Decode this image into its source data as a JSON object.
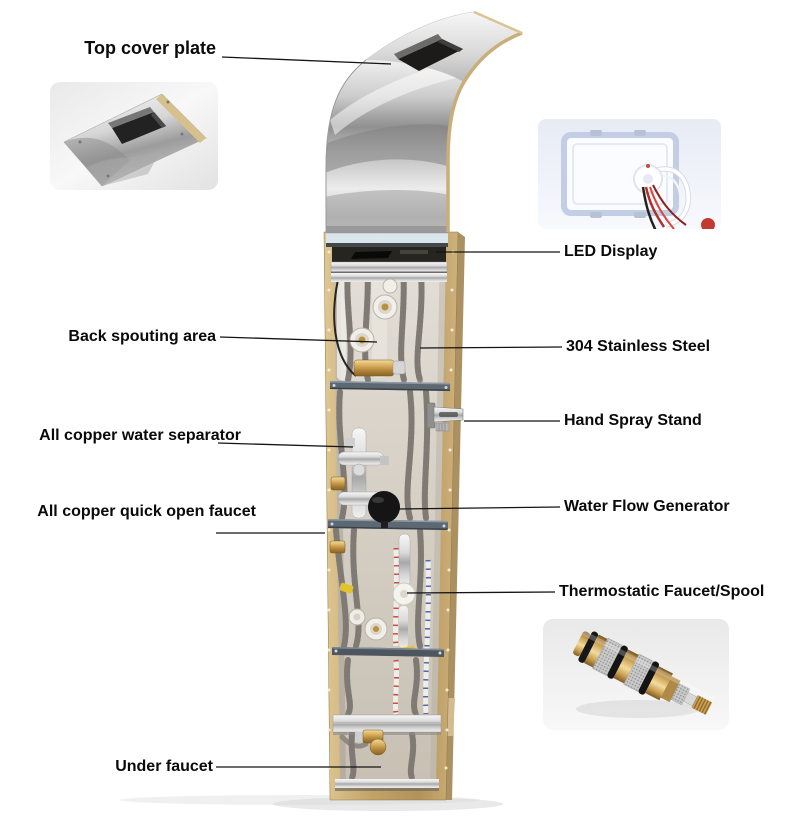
{
  "page": {
    "background": "#ffffff",
    "kind": "shower panel internal structure annotation diagram"
  },
  "callouts": {
    "top_cover_plate": "Top cover plate",
    "led_display": "LED Display",
    "back_spouting_area": "Back spouting area",
    "stainless_steel": "304 Stainless Steel",
    "hand_spray_stand": "Hand Spray Stand",
    "water_separator": "All copper water separator",
    "water_flow_generator": "Water Flow Generator",
    "quick_open_faucet": "All copper quick open faucet",
    "thermostatic_faucet": "Thermostatic Faucet/Spool",
    "under_faucet": "Under faucet"
  },
  "colors": {
    "label_text": "#0a0a0a",
    "leader_line": "#141414",
    "chrome_hood": "#d9d9d9",
    "gold_frame": "#c9ae77",
    "panel_interior": "#d6d0c6",
    "crossbar": "#5d6873",
    "brass_fittings": "#c79b4e",
    "led_recess": "#26251f",
    "inset_led_bg": "#e9edf6",
    "inset_gray_bg": "#ebebeb"
  }
}
